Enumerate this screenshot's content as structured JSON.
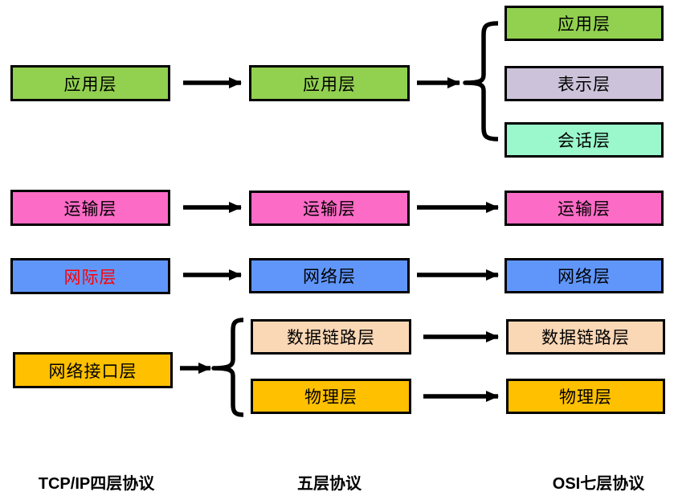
{
  "palette": {
    "background": "#FFFFFF",
    "border": "#000000",
    "arrow": "#000000",
    "text": "#000000",
    "red_text": "#FF0000",
    "green": "#92D050",
    "pink": "#FC6BC6",
    "blue": "#6096FA",
    "orange": "#FFC000",
    "peach": "#FAD7B5",
    "lavender": "#CCC3DA",
    "mint": "#9BF7CC"
  },
  "columns": {
    "tcpip": {
      "title": "TCP/IP四层协议",
      "layers": [
        {
          "label": "应用层"
        },
        {
          "label": "运输层"
        },
        {
          "label": "网际层"
        },
        {
          "label": "网络接口层"
        }
      ]
    },
    "five": {
      "title": "五层协议",
      "layers": [
        {
          "label": "应用层"
        },
        {
          "label": "运输层"
        },
        {
          "label": "网络层"
        },
        {
          "label": "数据链路层"
        },
        {
          "label": "物理层"
        }
      ]
    },
    "osi": {
      "title": "OSI七层协议",
      "layers": [
        {
          "label": "应用层"
        },
        {
          "label": "表示层"
        },
        {
          "label": "会话层"
        },
        {
          "label": "运输层"
        },
        {
          "label": "网络层"
        },
        {
          "label": "数据链路层"
        },
        {
          "label": "物理层"
        }
      ]
    }
  },
  "connections": {
    "arrows": [
      "tcpip-application -> five-application",
      "five-application -> osi-upper-brace",
      "tcpip-transport -> five-transport",
      "five-transport -> osi-transport",
      "tcpip-internet -> five-network",
      "five-network -> osi-network",
      "tcpip-network-interface -> five-lower-brace",
      "five-datalink -> osi-datalink",
      "five-physical -> osi-physical"
    ],
    "braces": [
      "osi-upper-brace groups: 应用层, 表示层, 会话层",
      "five-lower-brace groups: 数据链路层, 物理层"
    ]
  }
}
